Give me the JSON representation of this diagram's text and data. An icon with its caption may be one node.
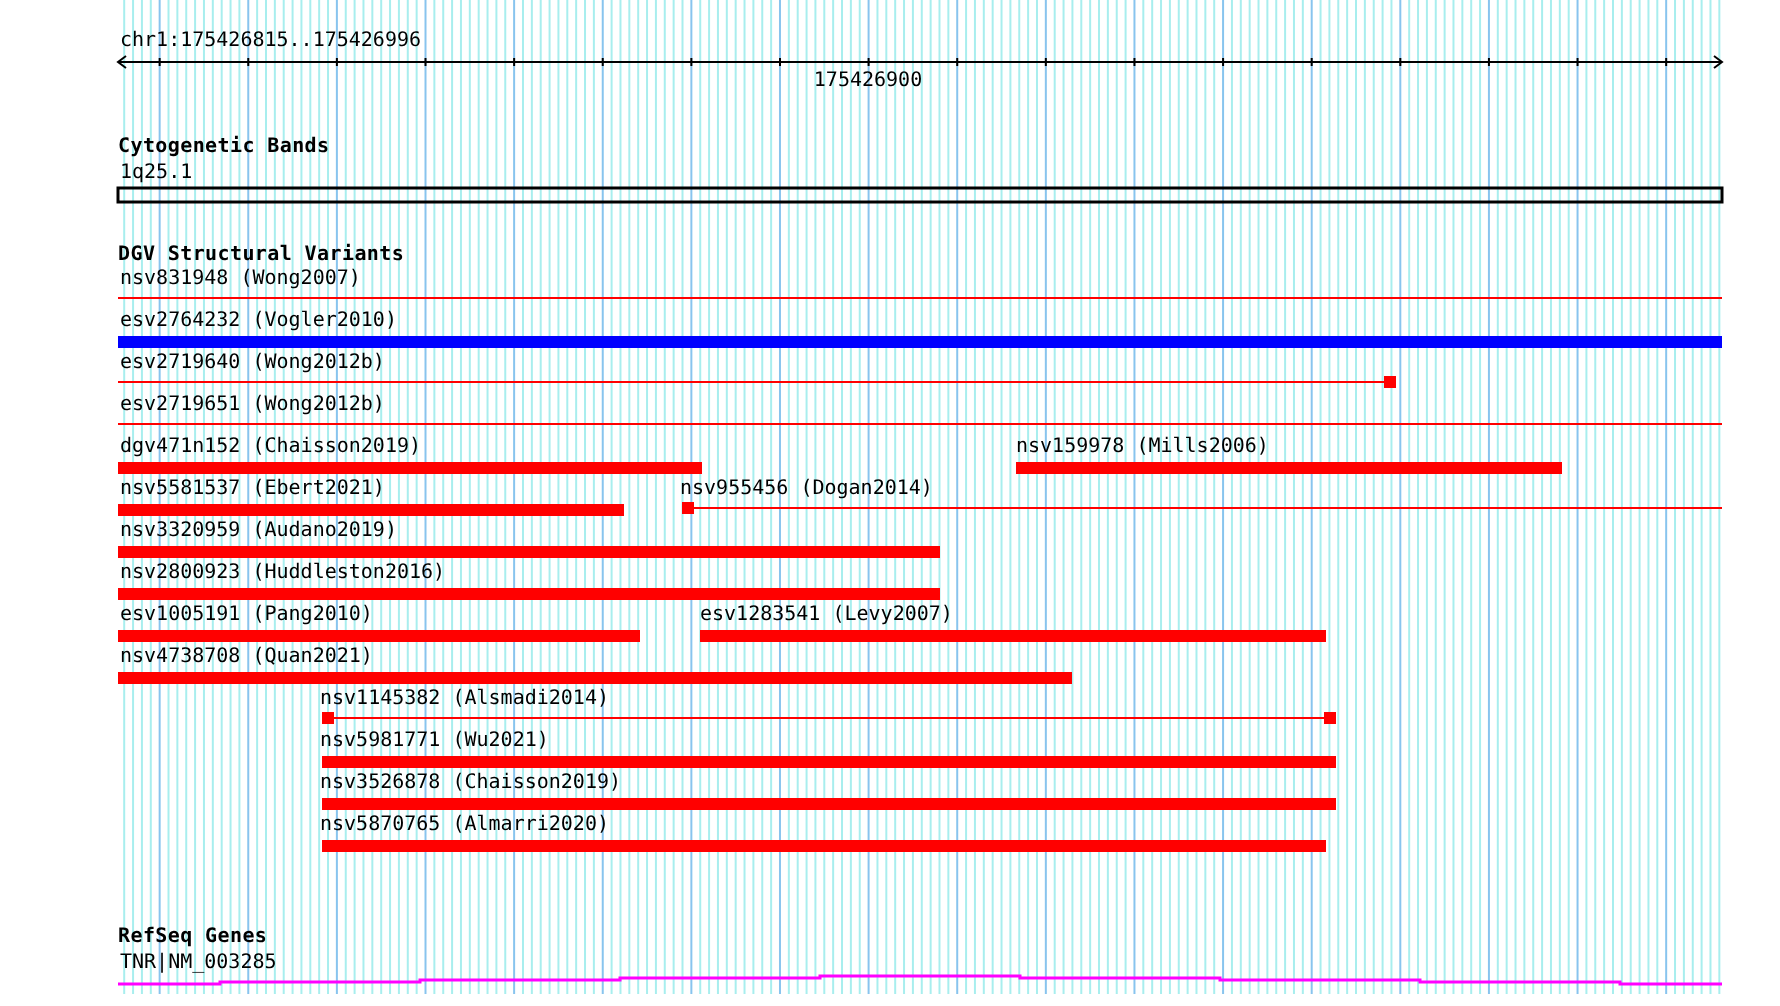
{
  "diagram": {
    "labels": [
      "chr1:175426815..175426996",
      "175426900",
      "Cytogenetic Bands",
      "1q25.1",
      "DGV Structural Variants",
      "nsv831948 (Wong2007)",
      "esv2764232 (Vogler2010)",
      "esv2719640 (Wong2012b)",
      "esv2719651 (Wong2012b)",
      "dgv471n152 (Chaisson2019)",
      "nsv159978 (Mills2006)",
      "nsv5581537 (Ebert2021)",
      "nsv955456 (Dogan2014)",
      "nsv3320959 (Audano2019)",
      "nsv2800923 (Huddleston2016)",
      "esv1005191 (Pang2010)",
      "esv1283541 (Levy2007)",
      "nsv4738708 (Quan2021)",
      "nsv1145382 (Alsmadi2014)",
      "nsv5981771 (Wu2021)",
      "nsv3526878 (Chaisson2019)",
      "nsv5870765 (Almarri2020)",
      "RefSeq Genes",
      "TNR|NM_003285"
    ]
  }
}
